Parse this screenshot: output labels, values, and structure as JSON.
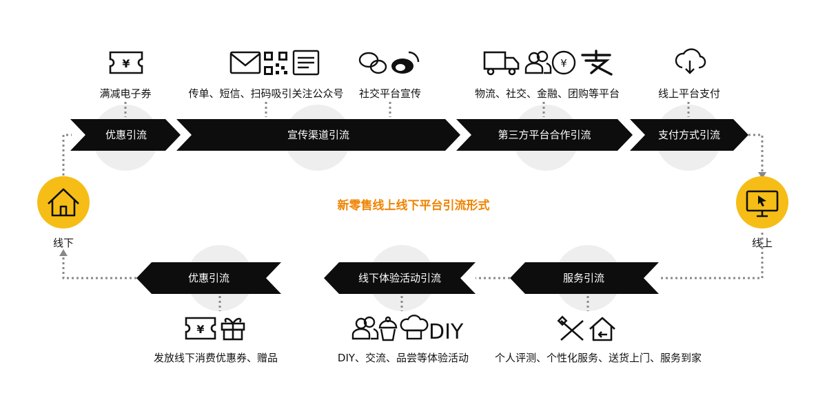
{
  "center_title": "新零售线上线下平台引流形式",
  "nodes": {
    "left": {
      "label": "线下",
      "icon": "house-icon"
    },
    "right": {
      "label": "线上",
      "icon": "monitor-icon"
    }
  },
  "top_arrows": [
    {
      "label": "优惠引流"
    },
    {
      "label": "宣传渠道引流"
    },
    {
      "label": "第三方平台合作引流"
    },
    {
      "label": "支付方式引流"
    }
  ],
  "top_captions": [
    {
      "text": "满减电子券",
      "icons": [
        "coupon-icon"
      ]
    },
    {
      "text": "传单、短信、扫码吸引关注公众号",
      "icons": [
        "envelope-icon",
        "qrcode-icon",
        "flyer-icon"
      ]
    },
    {
      "text": "社交平台宣传",
      "icons": [
        "wechat-icon",
        "weibo-icon"
      ]
    },
    {
      "text": "物流、社交、金融、团购等平台",
      "icons": [
        "truck-icon",
        "users-icon",
        "yen-icon",
        "alipay-icon"
      ]
    },
    {
      "text": "线上平台支付",
      "icons": [
        "cloud-download-icon"
      ]
    }
  ],
  "bottom_arrows": [
    {
      "label": "优惠引流"
    },
    {
      "label": "线下体验活动引流"
    },
    {
      "label": "服务引流"
    }
  ],
  "bottom_captions": [
    {
      "text": "发放线下消费优惠券、赠品",
      "icons": [
        "coupon-icon",
        "gift-icon"
      ]
    },
    {
      "text": "DIY、交流、品尝等体验活动",
      "icons": [
        "users-icon",
        "cupcake-icon",
        "chef-hat-icon"
      ],
      "icon_text": "DIY"
    },
    {
      "text": "个人评测、个性化服务、送货上门、服务到家",
      "icons": [
        "tools-icon",
        "home-delivery-icon"
      ]
    }
  ],
  "colors": {
    "accent": "#f08300",
    "node_fill": "#f6bd16",
    "arrow_fill": "#0d0d0d",
    "circle_fill": "#eeeeee",
    "dots": "#888888"
  }
}
